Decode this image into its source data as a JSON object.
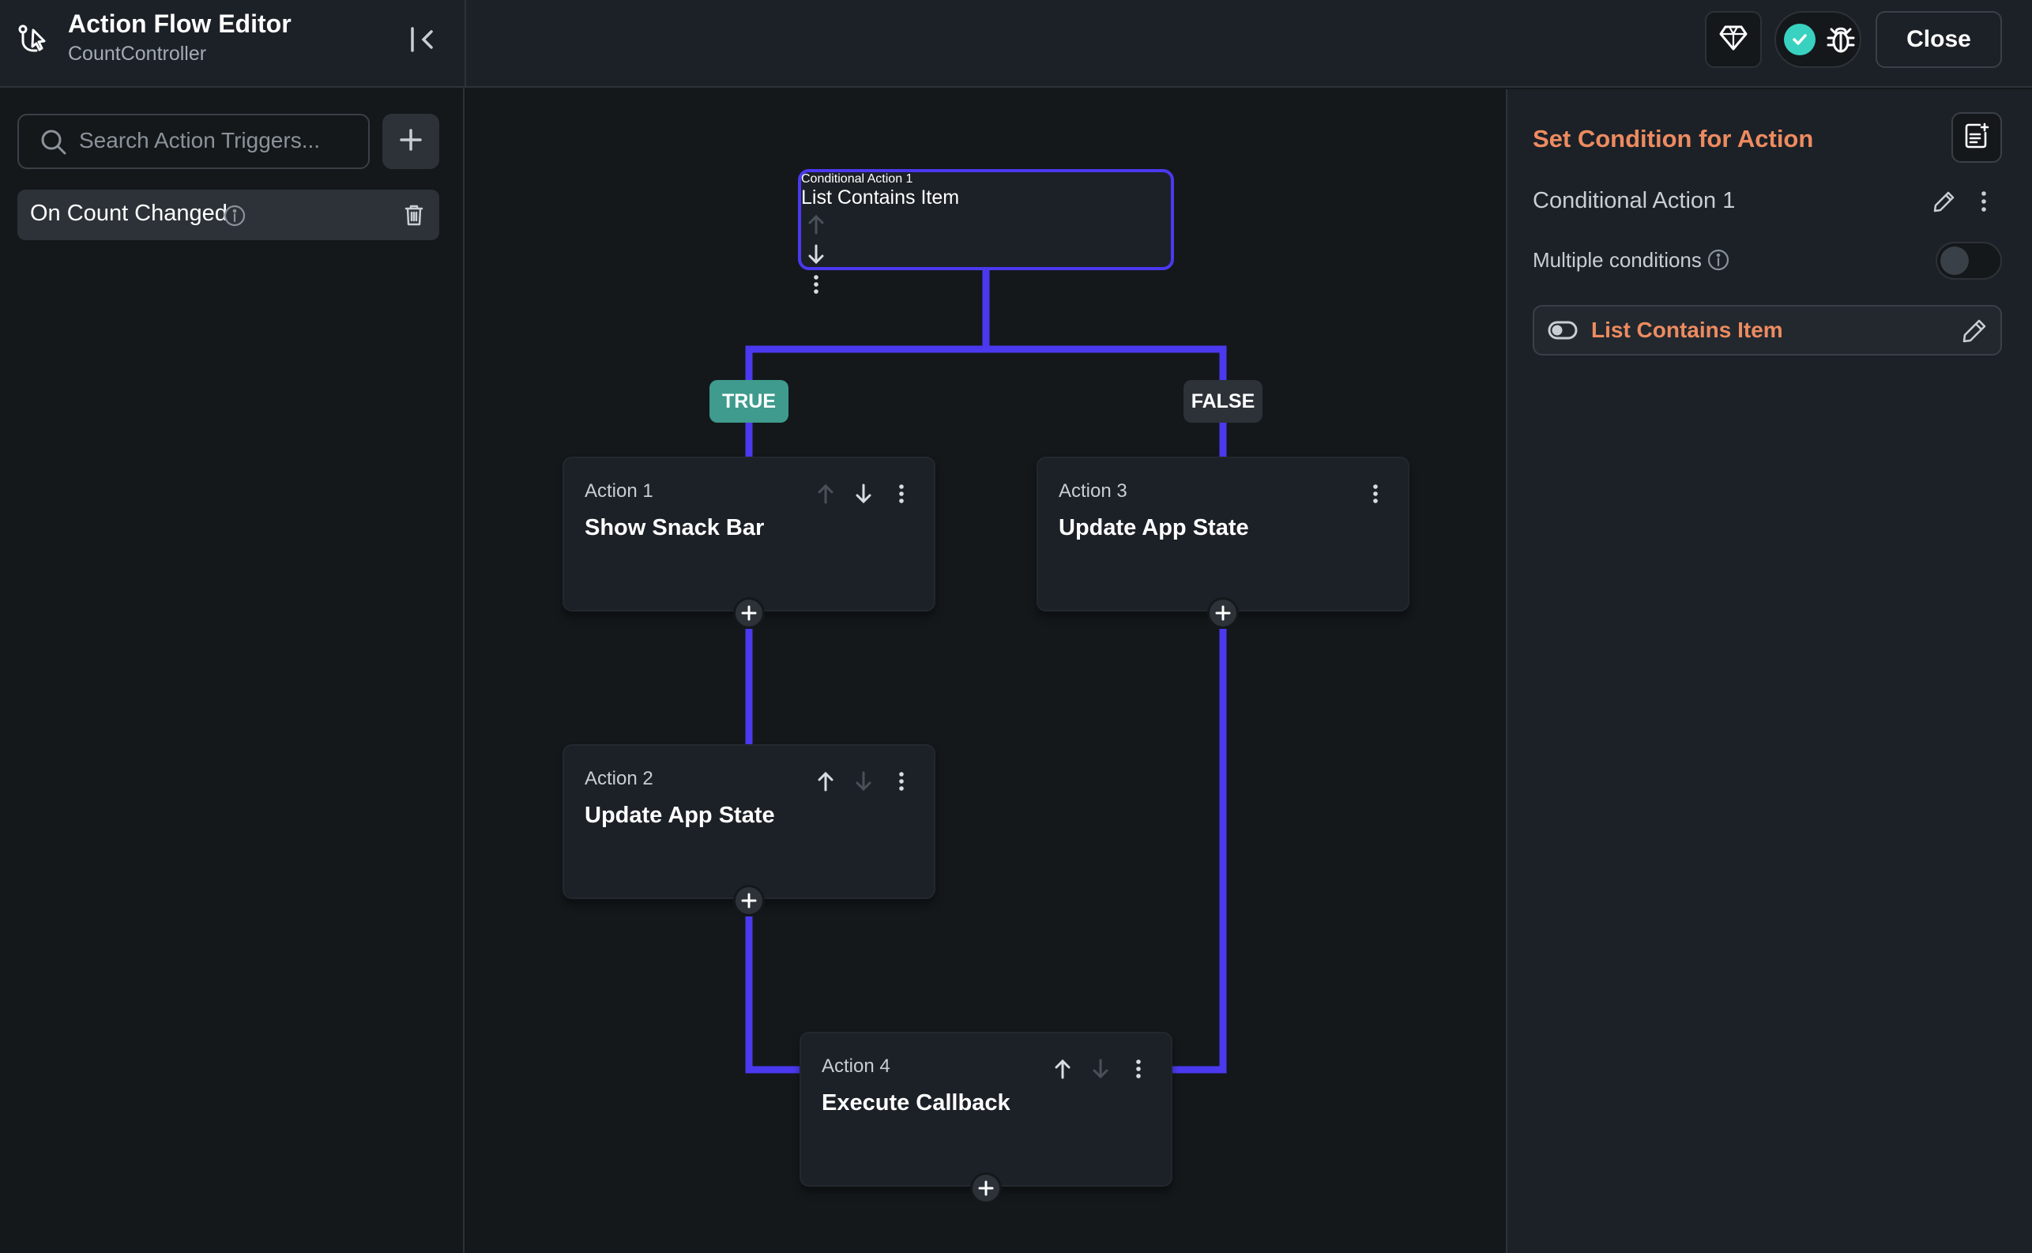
{
  "header": {
    "title": "Action Flow Editor",
    "subtitle": "CountController",
    "close_label": "Close",
    "icons": [
      "flow-icon",
      "collapse-sidebar-icon",
      "diamond-icon",
      "check-icon",
      "bug-icon"
    ]
  },
  "sidebar": {
    "search_placeholder": "Search Action Triggers...",
    "triggers": [
      {
        "label": "On Count Changed"
      }
    ]
  },
  "flow": {
    "condition_node": {
      "label": "Conditional Action 1",
      "title": "List Contains Item"
    },
    "branches": {
      "true_label": "TRUE",
      "false_label": "FALSE"
    },
    "nodes": [
      {
        "label": "Action 1",
        "title": "Show Snack Bar"
      },
      {
        "label": "Action 2",
        "title": "Update App State"
      },
      {
        "label": "Action 3",
        "title": "Update App State"
      },
      {
        "label": "Action 4",
        "title": "Execute Callback"
      }
    ]
  },
  "right_panel": {
    "title": "Set Condition for Action",
    "action_name": "Conditional Action 1",
    "multiple_conditions_label": "Multiple conditions",
    "multiple_conditions_enabled": false,
    "condition_label": "List Contains Item"
  },
  "colors": {
    "accent": "#4b39ef",
    "orange": "#ee8b60",
    "teal": "#39d2c0",
    "true_badge": "#3e9b8d",
    "panel": "#1c2127",
    "background": "#14181b"
  }
}
